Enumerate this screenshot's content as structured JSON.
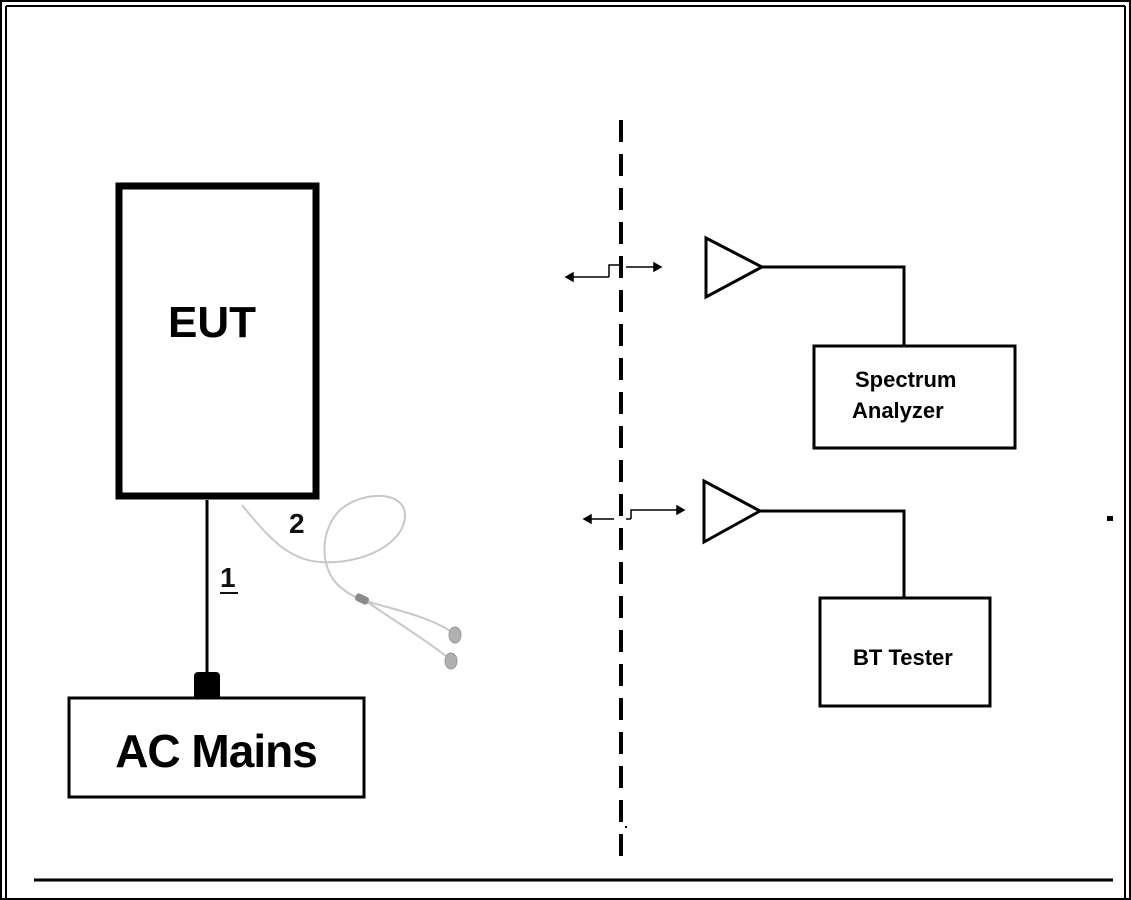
{
  "eut": {
    "label": "EUT"
  },
  "ac_mains": {
    "label": "AC Mains"
  },
  "cables": {
    "power_cable_number": "1",
    "earphone_cable_number": "2"
  },
  "spectrum_analyzer": {
    "line1": "Spectrum",
    "line2": "Analyzer"
  },
  "bt_tester": {
    "label": "BT Tester"
  },
  "colors": {
    "line": "#000000",
    "earphone": "#c8c8c8"
  }
}
